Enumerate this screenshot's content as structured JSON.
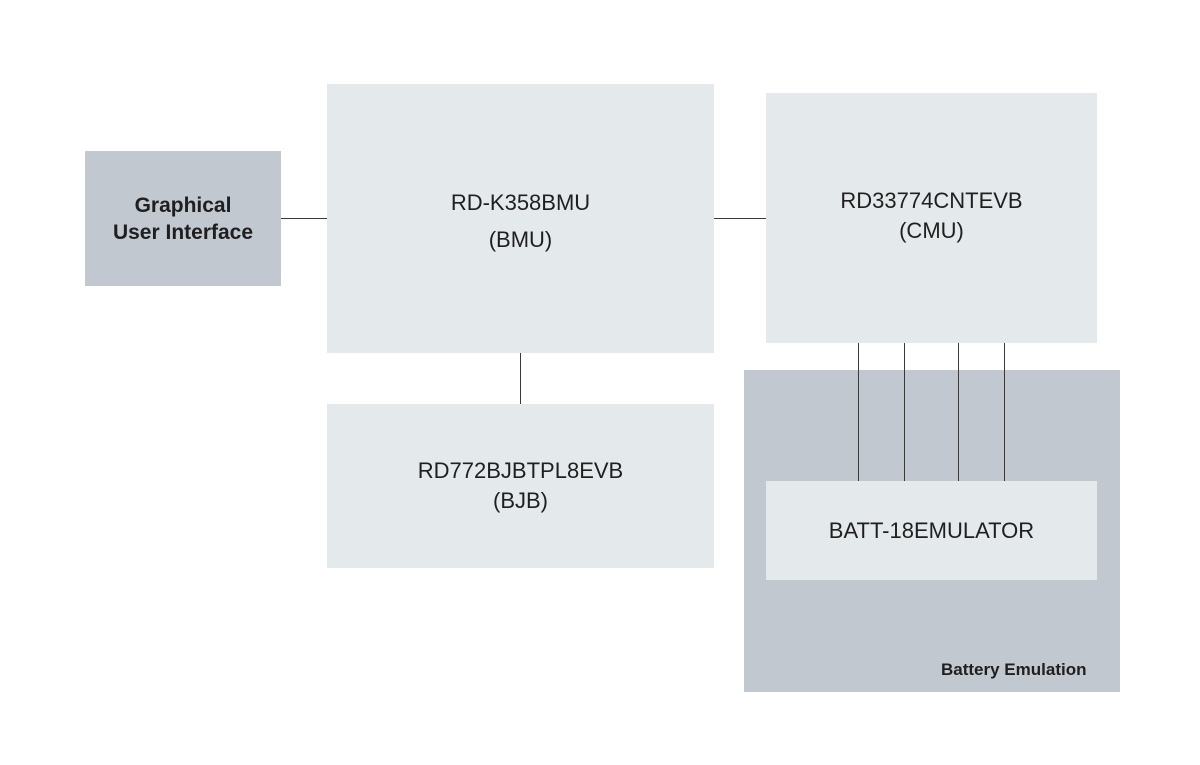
{
  "blocks": {
    "gui": {
      "line1": "Graphical",
      "line2": "User Interface"
    },
    "bmu": {
      "line1": "RD-K358BMU",
      "line2": "(BMU)"
    },
    "cmu": {
      "line1": "RD33774CNTEVB",
      "line2": "(CMU)"
    },
    "bjb": {
      "line1": "RD772BJBTPL8EVB",
      "line2": "(BJB)"
    },
    "emulator": {
      "line1": "BATT-18EMULATOR"
    }
  },
  "regions": {
    "battery_emulation": {
      "label": "Battery Emulation"
    }
  },
  "colors": {
    "light_block": "#e4e9ec",
    "dark_block": "#c1c8cf",
    "wire": "#3a3a3a"
  }
}
